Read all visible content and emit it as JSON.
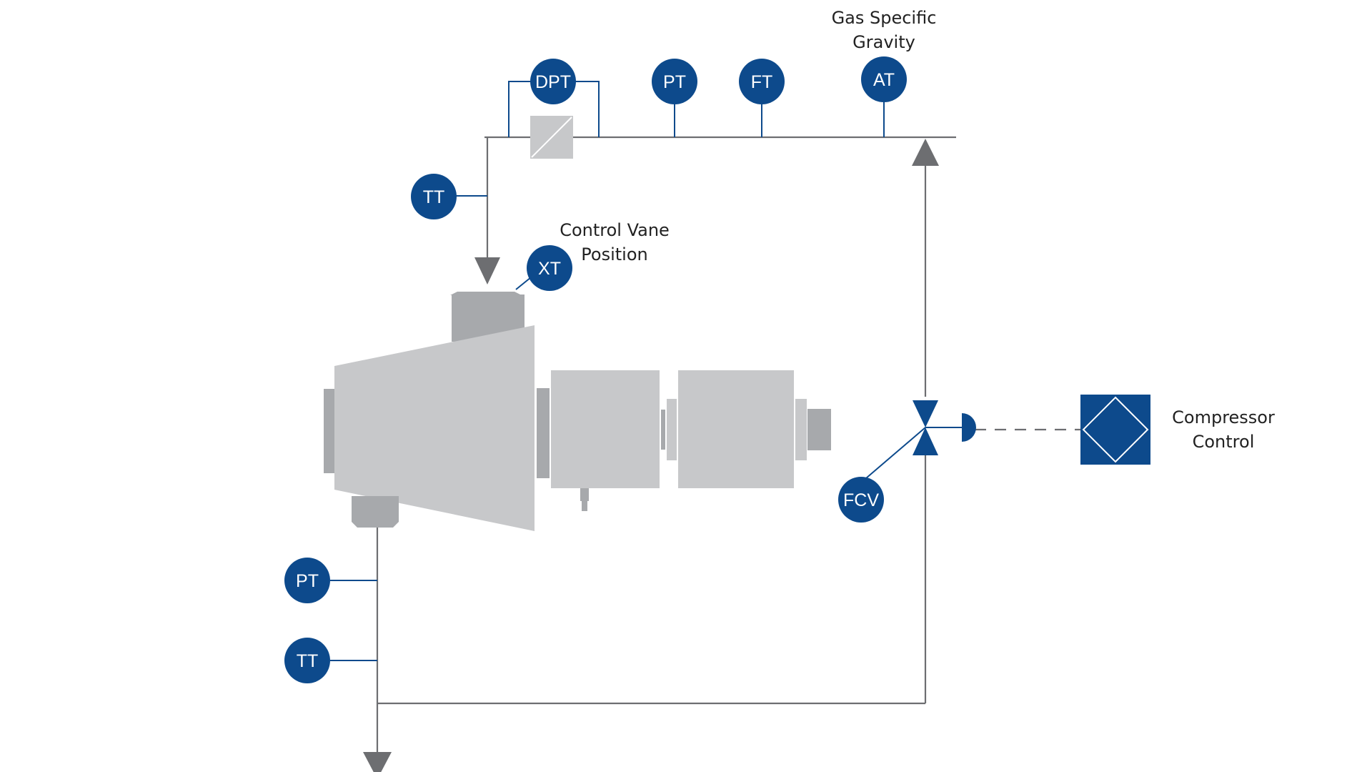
{
  "colors": {
    "instrument": "#0d4a8c",
    "pipe": "#6d6e71",
    "machine": "#c7c8ca",
    "machine_dark": "#a7a9ac"
  },
  "instruments": {
    "dpt": "DPT",
    "pt_top": "PT",
    "ft": "FT",
    "at": "AT",
    "tt_inlet": "TT",
    "xt": "XT",
    "pt_outlet": "PT",
    "tt_outlet": "TT",
    "fcv": "FCV"
  },
  "annotations": {
    "gas_specific_gravity": [
      "Gas Specific",
      "Gravity"
    ],
    "control_vane_position": [
      "Control Vane",
      "Position"
    ],
    "compressor_control": [
      "Compressor",
      "Control"
    ]
  }
}
